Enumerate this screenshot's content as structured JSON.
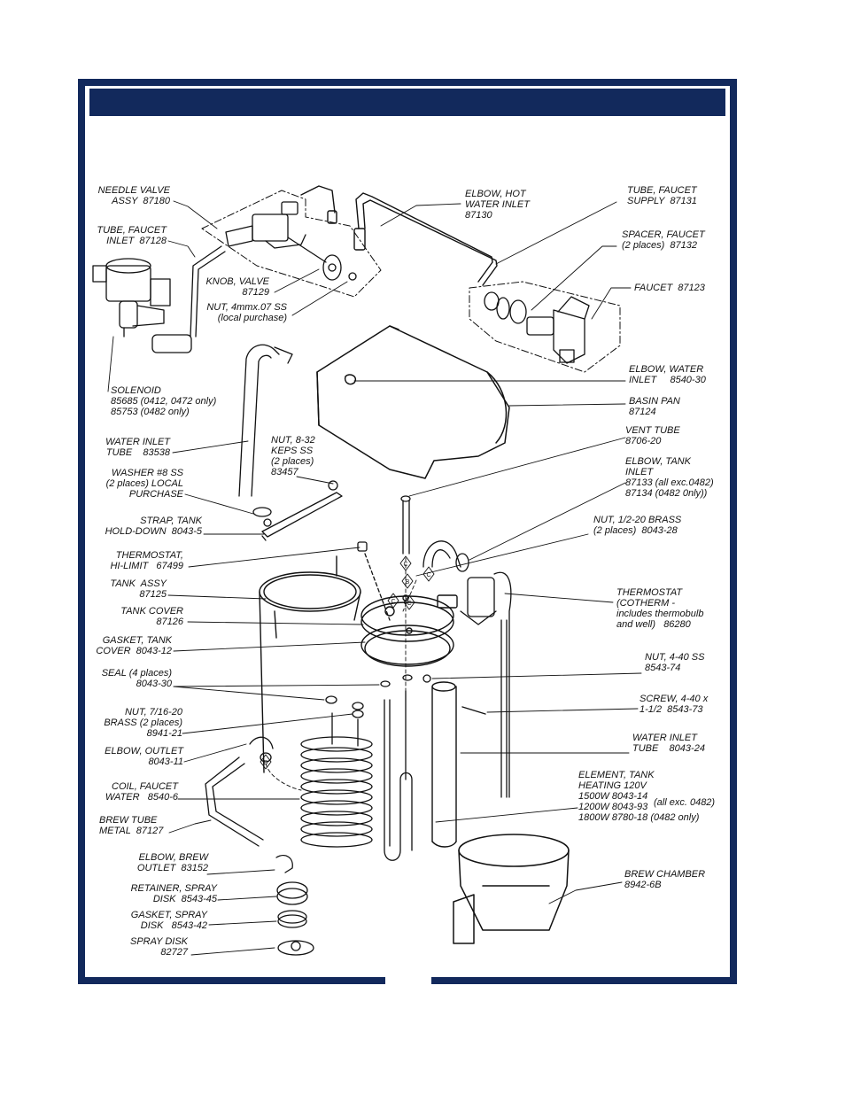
{
  "colors": {
    "frame": "#12295c",
    "ink": "#111111"
  },
  "labels": [
    {
      "id": "needle-valve",
      "text": "NEEDLE VALVE\n ASSY  87180",
      "align": "r"
    },
    {
      "id": "tube-faucet-inlet",
      "text": "TUBE, FAUCET\nINLET  87128",
      "align": "r"
    },
    {
      "id": "elbow-hot-water",
      "text": "ELBOW, HOT\nWATER INLET\n87130",
      "align": "l"
    },
    {
      "id": "tube-faucet-supply",
      "text": "TUBE, FAUCET\nSUPPLY  87131",
      "align": "l"
    },
    {
      "id": "spacer-faucet",
      "text": "SPACER, FAUCET\n(2 places)  87132",
      "align": "l"
    },
    {
      "id": "faucet",
      "text": "FAUCET  87123",
      "align": "l"
    },
    {
      "id": "knob-valve",
      "text": "KNOB, VALVE\n87129",
      "align": "r"
    },
    {
      "id": "nut-4mm",
      "text": "NUT, 4mmx.07 SS\n(local purchase)",
      "align": "r"
    },
    {
      "id": "solenoid",
      "text": "SOLENOID\n85685 (0412, 0472 only)\n85753 (0482 only)",
      "align": "l"
    },
    {
      "id": "elbow-water-inlet",
      "text": "ELBOW, WATER\nINLET     8540-30",
      "align": "l"
    },
    {
      "id": "basin-pan",
      "text": "BASIN PAN\n87124",
      "align": "l"
    },
    {
      "id": "water-inlet-tube-top",
      "text": "WATER INLET\nTUBE    83538",
      "align": "r"
    },
    {
      "id": "nut-832",
      "text": "NUT, 8-32\nKEPS SS\n(2 places)\n83457",
      "align": "l"
    },
    {
      "id": "vent-tube",
      "text": "VENT TUBE\n8706-20",
      "align": "l"
    },
    {
      "id": "washer",
      "text": "WASHER #8 SS\n(2 places) LOCAL\nPURCHASE",
      "align": "r"
    },
    {
      "id": "elbow-tank-inlet",
      "text": "ELBOW, TANK\nINLET\n87133 (all exc.0482)\n87134 (0482 0nly))",
      "align": "l"
    },
    {
      "id": "strap-tank",
      "text": "STRAP, TANK\nHOLD-DOWN  8043-5",
      "align": "r"
    },
    {
      "id": "nut-half-brass",
      "text": "NUT, 1/2-20 BRASS\n(2 places)  8043-28",
      "align": "l"
    },
    {
      "id": "thermostat-hilimit",
      "text": "THERMOSTAT,\nHI-LIMIT   67499",
      "align": "r"
    },
    {
      "id": "tank-assy",
      "text": "TANK  ASSY\n87125",
      "align": "r"
    },
    {
      "id": "thermostat-cotherm",
      "text": "THERMOSTAT\n(COTHERM -\nincludes thermobulb\nand well)   86280",
      "align": "l"
    },
    {
      "id": "tank-cover",
      "text": "TANK COVER\n87126",
      "align": "r"
    },
    {
      "id": "gasket-tank",
      "text": "GASKET, TANK\nCOVER  8043-12",
      "align": "r"
    },
    {
      "id": "nut-440",
      "text": "NUT, 4-40 SS\n8543-74",
      "align": "l"
    },
    {
      "id": "seal",
      "text": "SEAL (4 places)\n8043-30",
      "align": "r"
    },
    {
      "id": "screw-440",
      "text": "SCREW, 4-40 x\n1-1/2  8543-73",
      "align": "l"
    },
    {
      "id": "nut-716",
      "text": "NUT, 7/16-20\nBRASS (2 places)\n8941-21",
      "align": "r"
    },
    {
      "id": "water-inlet-tube-bottom",
      "text": "WATER INLET\nTUBE    8043-24",
      "align": "l"
    },
    {
      "id": "elbow-outlet",
      "text": "ELBOW, OUTLET\n8043-11",
      "align": "r"
    },
    {
      "id": "element-tank",
      "text": "ELEMENT, TANK\nHEATING 120V\n1500W 8043-14\n1200W 8043-93\n1800W 8780-18 (0482 only)",
      "align": "l"
    },
    {
      "id": "element-note",
      "text": "(all exc. 0482)",
      "align": "l"
    },
    {
      "id": "coil-faucet",
      "text": "COIL, FAUCET\nWATER   8540-6",
      "align": "r"
    },
    {
      "id": "brew-tube",
      "text": "BREW TUBE\nMETAL  87127",
      "align": "l"
    },
    {
      "id": "brew-chamber",
      "text": "BREW CHAMBER\n8942-6B",
      "align": "l"
    },
    {
      "id": "elbow-brew",
      "text": "ELBOW, BREW\nOUTLET  83152",
      "align": "r"
    },
    {
      "id": "retainer-spray",
      "text": "RETAINER, SPRAY\nDISK  8543-45",
      "align": "r"
    },
    {
      "id": "gasket-spray",
      "text": "GASKET, SPRAY\nDISK   8543-42",
      "align": "r"
    },
    {
      "id": "spray-disk",
      "text": "SPRAY DISK\n82727",
      "align": "r"
    }
  ],
  "markers": [
    "C",
    "C",
    "B",
    "C",
    "C",
    "D"
  ]
}
